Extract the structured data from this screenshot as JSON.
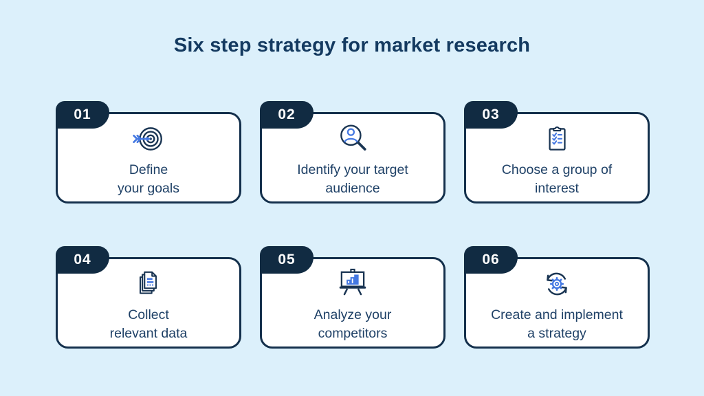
{
  "title": "Six step strategy for market research",
  "colors": {
    "background": "#dcf0fb",
    "navy": "#112b42",
    "card_border": "#14304c",
    "card_background": "#ffffff",
    "step_text": "#1e4066",
    "accent_blue": "#4478e2",
    "badge_text": "#ffffff"
  },
  "steps": [
    {
      "number": "01",
      "icon": "target-arrow-icon",
      "lines": [
        "Define",
        "your goals"
      ]
    },
    {
      "number": "02",
      "icon": "audience-search-icon",
      "lines": [
        "Identify your target",
        "audience"
      ]
    },
    {
      "number": "03",
      "icon": "clipboard-checklist-icon",
      "lines": [
        "Choose a group of",
        "interest"
      ]
    },
    {
      "number": "04",
      "icon": "stacked-documents-icon",
      "lines": [
        "Collect",
        "relevant data"
      ]
    },
    {
      "number": "05",
      "icon": "presentation-chart-icon",
      "lines": [
        "Analyze your",
        "competitors"
      ]
    },
    {
      "number": "06",
      "icon": "cycle-gear-icon",
      "lines": [
        "Create and implement",
        "a strategy"
      ]
    }
  ]
}
